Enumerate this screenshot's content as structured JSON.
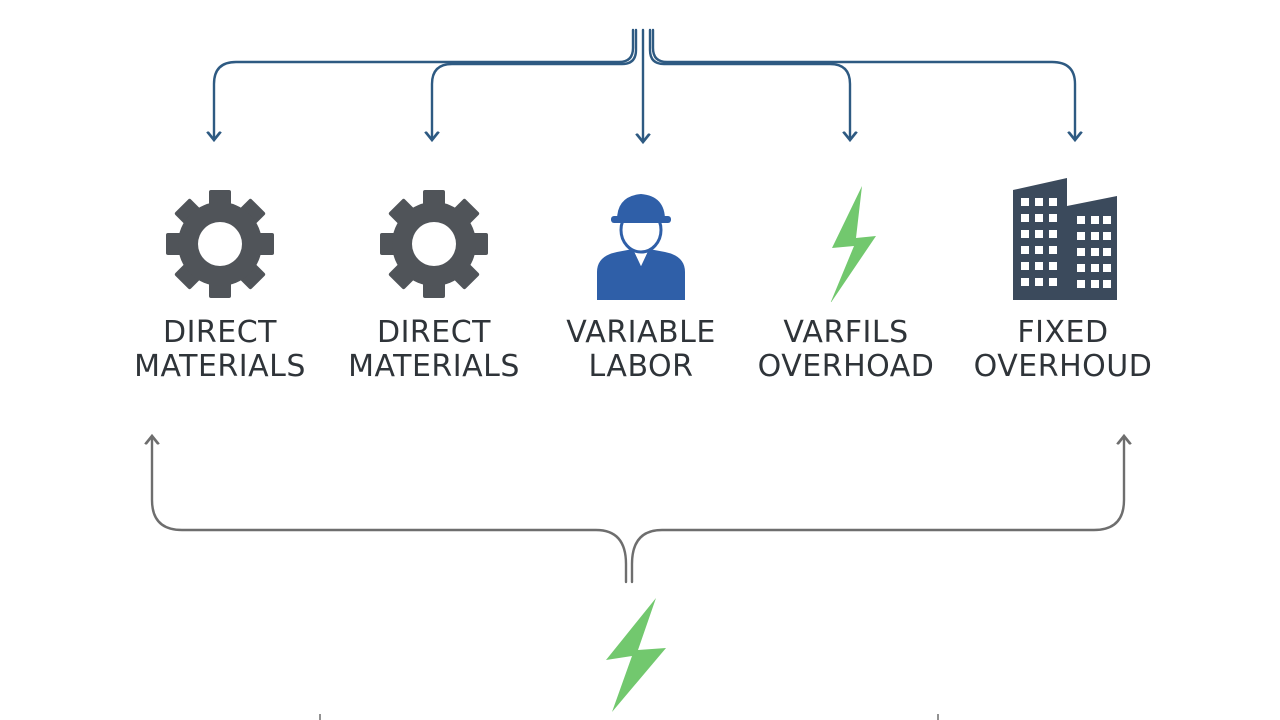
{
  "colors": {
    "top_connector": "#2e5a82",
    "bottom_connector": "#6e6e6e",
    "gear": "#505459",
    "worker": "#2f5fa8",
    "bolt": "#72c86e",
    "building": "#3b4a5c",
    "label_text": "#2f3439"
  },
  "nodes": [
    {
      "icon": "gear-icon",
      "line1": "DIRECT",
      "line2": "MATERIALS"
    },
    {
      "icon": "gear-icon",
      "line1": "DIRECT",
      "line2": "MATERIALS"
    },
    {
      "icon": "worker-icon",
      "line1": "VARIABLE",
      "line2": "LABOR"
    },
    {
      "icon": "lightning-bolt-icon",
      "line1": "VARFILS",
      "line2": "OVERHOAD"
    },
    {
      "icon": "building-icon",
      "line1": "FIXED",
      "line2": "OVERHOUD"
    }
  ],
  "bottom_icon": "lightning-bolt-icon"
}
